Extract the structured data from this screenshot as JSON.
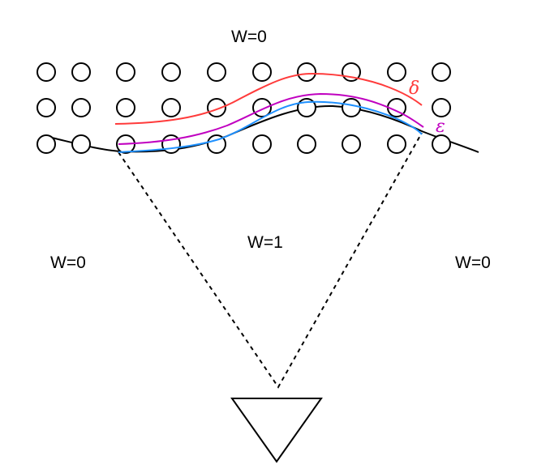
{
  "labels": {
    "top": "W=0",
    "left": "W=0",
    "right": "W=0",
    "center": "W=1"
  },
  "curves": {
    "delta": {
      "label": "δ",
      "color": "#ff3b3b"
    },
    "epsilon": {
      "label": "ε",
      "color": "#c000c0"
    },
    "inner": {
      "color": "#1e90ff"
    },
    "surface": {
      "color": "#000000"
    }
  },
  "lattice": {
    "rows": 3,
    "columns": 10
  },
  "observer": {
    "shape": "inverted-triangle"
  }
}
